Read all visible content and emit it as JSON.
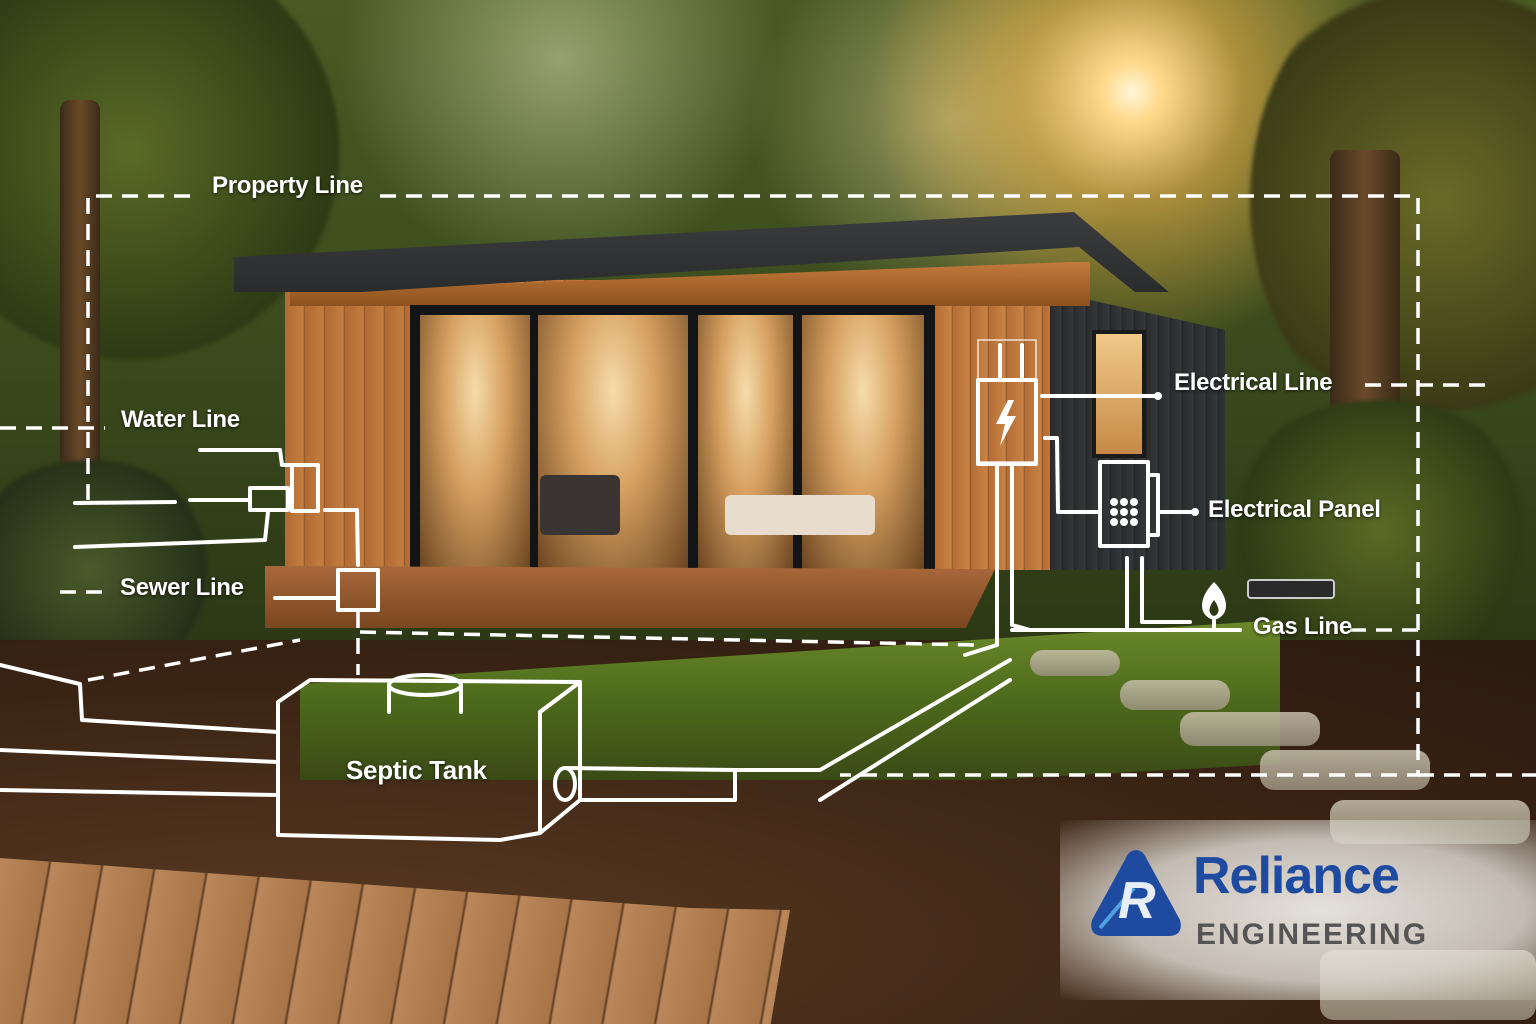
{
  "diagram": {
    "title": "Property Line",
    "labels": {
      "property_line": "Property Line",
      "water_line": "Water Line",
      "sewer_line": "Sewer Line",
      "septic_tank": "Septic Tank",
      "electrical_line": "Electrical Line",
      "electrical_panel": "Electrical Panel",
      "gas_line": "Gas Line"
    },
    "icons": {
      "meter": "lightning-bolt-icon",
      "panel": "breaker-grid-icon",
      "gas": "flame-icon"
    },
    "colors": {
      "line": "#ffffff",
      "utility_box": "#5a2e1c",
      "brand_blue": "#1e4aa0",
      "brand_gray": "#555555"
    }
  },
  "brand": {
    "name": "Reliance",
    "subtitle": "ENGINEERING",
    "mark_letter": "R"
  }
}
